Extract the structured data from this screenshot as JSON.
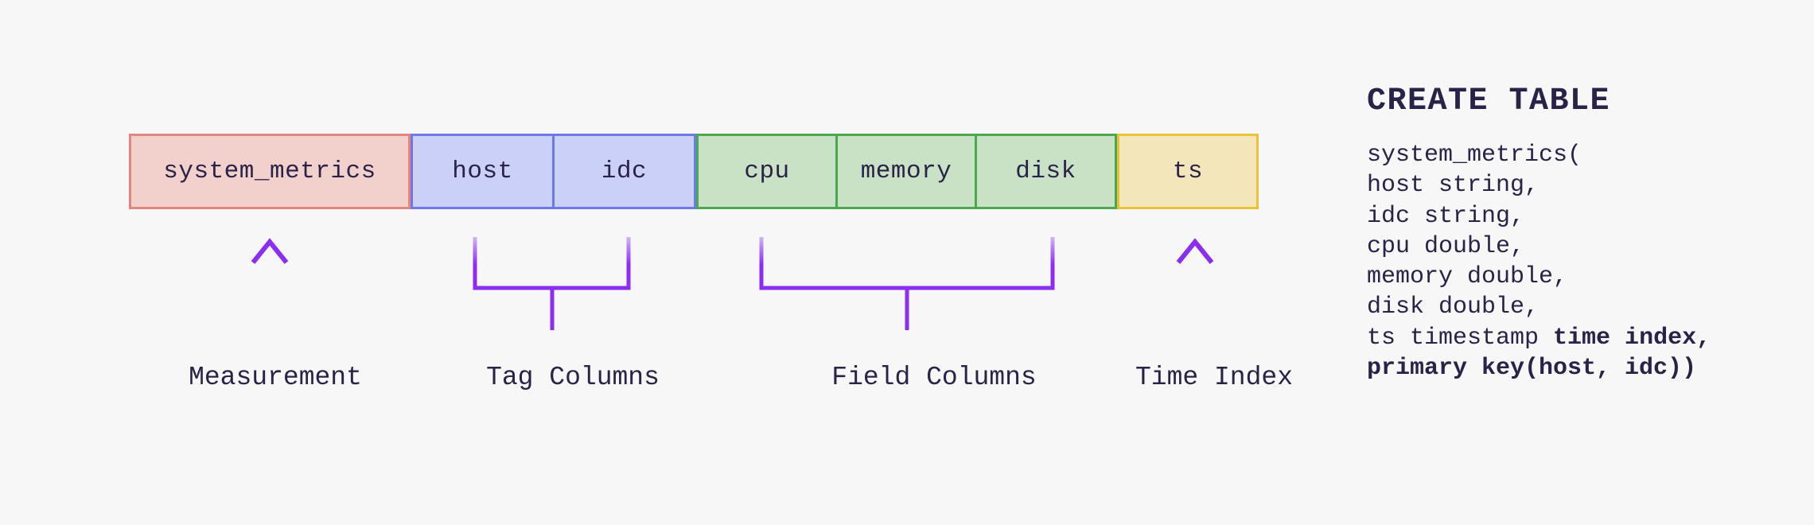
{
  "diagram": {
    "boxes": [
      {
        "label": "system_metrics",
        "group": "measurement"
      },
      {
        "label": "host",
        "group": "tag"
      },
      {
        "label": "idc",
        "group": "tag"
      },
      {
        "label": "cpu",
        "group": "field"
      },
      {
        "label": "memory",
        "group": "field"
      },
      {
        "label": "disk",
        "group": "field"
      },
      {
        "label": "ts",
        "group": "time"
      }
    ],
    "annotations": {
      "measurement": "Measurement",
      "tag_columns": "Tag Columns",
      "field_columns": "Field Columns",
      "time_index": "Time Index"
    },
    "icons": {
      "measurement_arrow": "up-arrow",
      "time_index_arrow": "up-arrow",
      "tag_bracket": "grouping-bracket",
      "field_bracket": "grouping-bracket"
    }
  },
  "sql": {
    "heading": "CREATE TABLE",
    "lines": [
      {
        "text": "system_metrics(",
        "bold": ""
      },
      {
        "text": "host string,",
        "bold": ""
      },
      {
        "text": "idc string,",
        "bold": ""
      },
      {
        "text": "cpu double,",
        "bold": ""
      },
      {
        "text": "memory double,",
        "bold": ""
      },
      {
        "text": "disk double,",
        "bold": ""
      },
      {
        "text": "ts timestamp ",
        "bold": "time index,"
      },
      {
        "text": "",
        "bold": "primary key(host, idc))"
      }
    ]
  },
  "colors": {
    "background": "#f7f7f8",
    "text": "#2a2248",
    "measurement_fill": "#f2d1cd",
    "measurement_border": "#e4867d",
    "tag_fill": "#cbd0f8",
    "tag_border": "#6f78e8",
    "field_fill": "#c9e2c5",
    "field_border": "#4aa84e",
    "time_fill": "#f2e6ba",
    "time_border": "#ecc135",
    "connector_purple": "#8b2df2",
    "connector_purple_light": "#d9c9f7"
  }
}
